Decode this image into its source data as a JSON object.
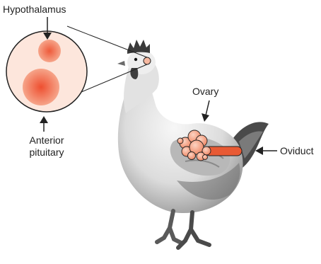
{
  "labels": {
    "hypothalamus": "Hypothalamus",
    "anterior_pituitary": "Anterior pituitary",
    "ovary": "Ovary",
    "oviduct": "Oviduct"
  },
  "colors": {
    "highlight_fill": "#f6b8a0",
    "highlight_core": "#ee5a3a",
    "oviduct_fill": "#e85a34",
    "outline": "#222222",
    "inset_bg": "#fbe0d6"
  }
}
